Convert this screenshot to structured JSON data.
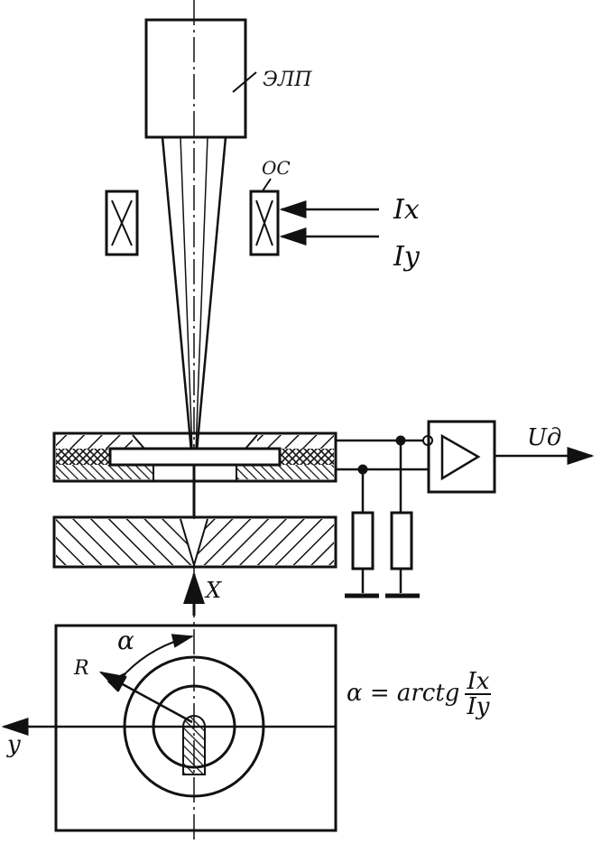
{
  "labels": {
    "electron_gun": "ЭЛП",
    "deflection_system": "ОС",
    "current_x": "Ix",
    "current_y": "Iy",
    "output_voltage": "Uд",
    "axis_x": "X",
    "axis_y": "y",
    "radius": "R",
    "angle": "α"
  },
  "formula": {
    "lhs": "α = arctg",
    "numerator": "Ix",
    "denominator": "Iy"
  }
}
